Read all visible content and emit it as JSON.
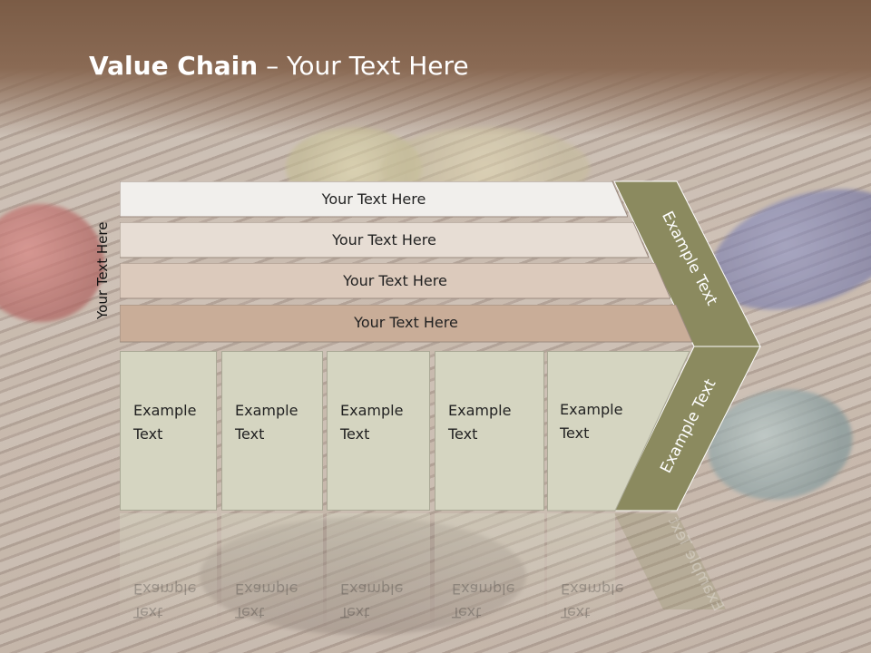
{
  "slide": {
    "title_bold": "Value Chain",
    "title_rest": " – Your Text Here",
    "side_label": "Your Text Here",
    "bars": [
      {
        "label": "Your Text Here"
      },
      {
        "label": "Your Text Here"
      },
      {
        "label": "Your Text Here"
      },
      {
        "label": "Your Text Here"
      }
    ],
    "columns": [
      {
        "line1": "Example",
        "line2": "Text"
      },
      {
        "line1": "Example",
        "line2": "Text"
      },
      {
        "line1": "Example",
        "line2": "Text"
      },
      {
        "line1": "Example",
        "line2": "Text"
      },
      {
        "line1": "Example",
        "line2": "Text"
      }
    ],
    "chevron_top_label": "Example Text",
    "chevron_bottom_label": "Example Text"
  },
  "colors": {
    "title_band": "#7b5c46",
    "bar1": "#f1efec",
    "bar2": "#e6dcd3",
    "bar3": "#dbc8bb",
    "bar4": "#c9ac97",
    "column_fill": "#d5d5c1",
    "chevron": "#8a8a5e"
  }
}
